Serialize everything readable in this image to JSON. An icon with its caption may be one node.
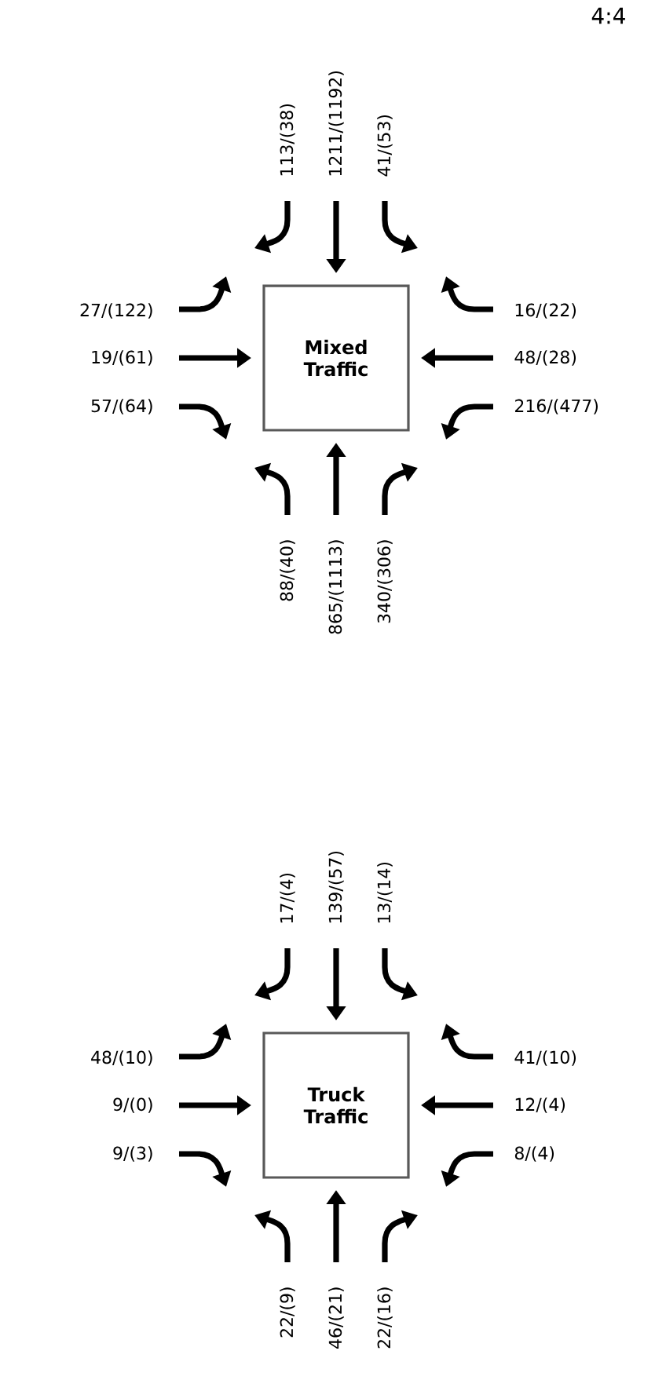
{
  "diagram": {
    "nodes": [
      {
        "text": [
          "Mixed Traffic"
        ]
      },
      {
        "text": [
          "Truck Traffic"
        ]
      }
    ],
    "labels": [
      "4:4",
      "113/(38)",
      "1211/(1192)",
      "41/(53)",
      "27/(122)",
      "16/(22)",
      "19/(61)",
      "48/(28)",
      "57/(64)",
      "216/(477)",
      "88/(40)",
      "865/(1113)",
      "340/(306)",
      "17/(4)",
      "139/(57)",
      "13/(14)",
      "48/(10)",
      "41/(10)",
      "9/(0)",
      "12/(4)",
      "9/(3)",
      "8/(4)",
      "22/(9)",
      "46/(21)",
      "22/(16)"
    ]
  }
}
